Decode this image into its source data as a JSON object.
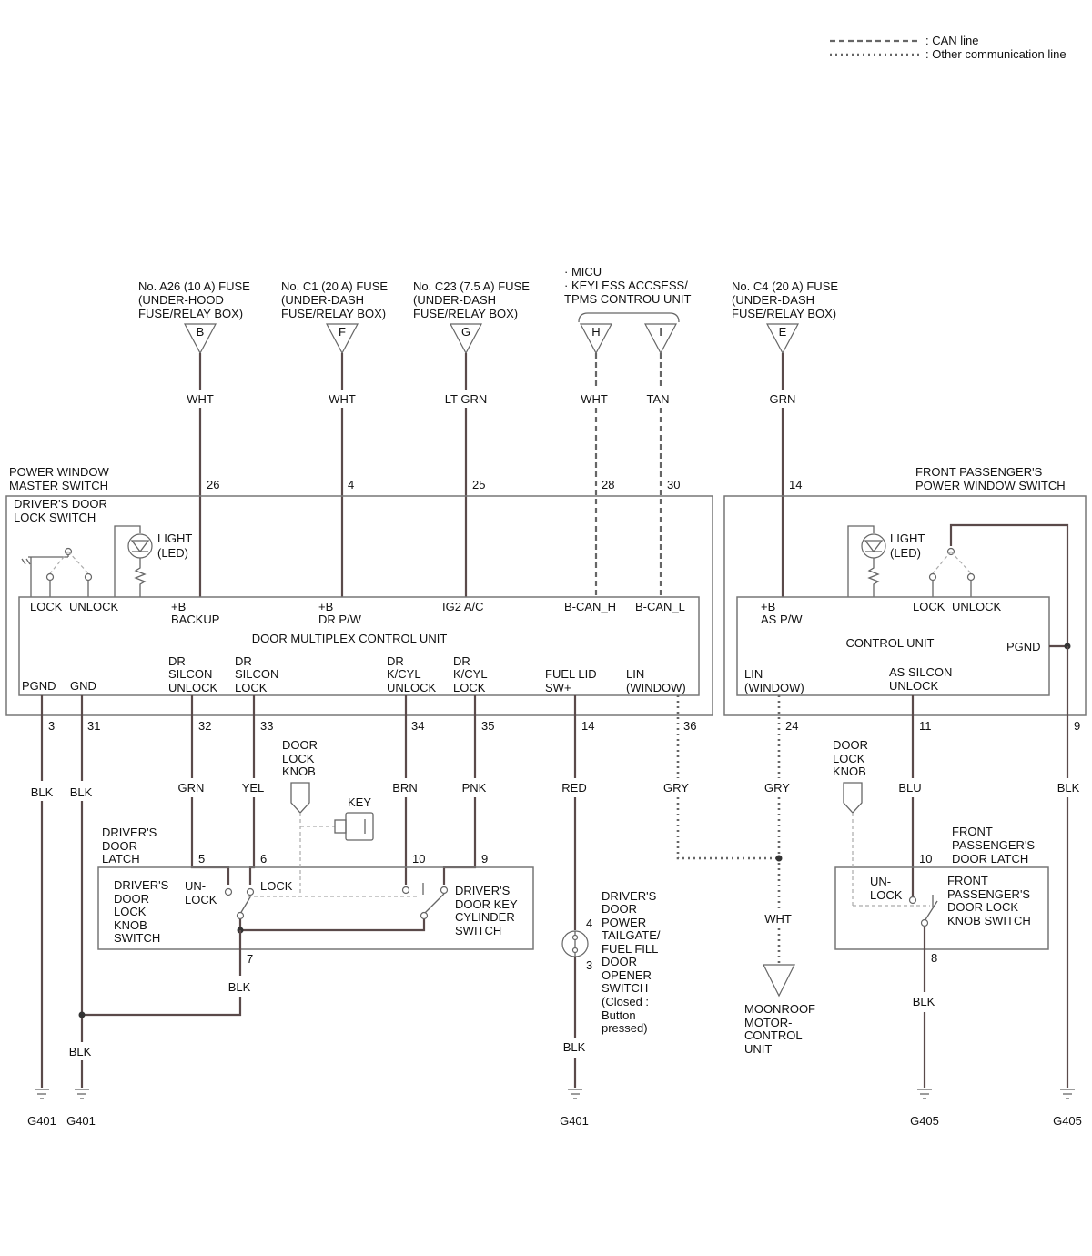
{
  "legend": {
    "can": ": CAN line",
    "other": ": Other communication line"
  },
  "sources": {
    "fuse_a26": [
      "No. A26 (10 A) FUSE",
      "(UNDER-HOOD",
      "FUSE/RELAY BOX)"
    ],
    "fuse_c1": [
      "No. C1 (20 A) FUSE",
      "(UNDER-DASH",
      "FUSE/RELAY BOX)"
    ],
    "fuse_c23": [
      "No. C23 (7.5 A) FUSE",
      "(UNDER-DASH",
      "FUSE/RELAY BOX)"
    ],
    "micu": [
      "· MICU",
      "· KEYLESS ACCSESS/",
      "TPMS CONTROU UNIT"
    ],
    "fuse_c4": [
      "No. C4 (20 A) FUSE",
      "(UNDER-DASH",
      "FUSE/RELAY BOX)"
    ]
  },
  "connectors": {
    "b": "B",
    "f": "F",
    "g": "G",
    "h": "H",
    "i": "I",
    "e": "E"
  },
  "wire_colors": {
    "b": "WHT",
    "f": "WHT",
    "g": "LT GRN",
    "h": "WHT",
    "i": "TAN",
    "e": "GRN",
    "p3": "BLK",
    "p31": "BLK",
    "p32": "GRN",
    "p33": "YEL",
    "p34": "BRN",
    "p35": "PNK",
    "p14": "RED",
    "p36": "GRY",
    "p24": "GRY",
    "p11": "BLU",
    "p9": "BLK",
    "latch7": "BLK",
    "gnd_left": "BLK",
    "opener_gnd": "BLK",
    "moonroof": "WHT",
    "latch8": "BLK"
  },
  "pins": {
    "p26": "26",
    "p4": "4",
    "p25": "25",
    "p28": "28",
    "p30": "30",
    "p14_top": "14",
    "p3": "3",
    "p31": "31",
    "p32": "32",
    "p33": "33",
    "p34": "34",
    "p35": "35",
    "p14": "14",
    "p36": "36",
    "p24": "24",
    "p11": "11",
    "p9": "9",
    "l5": "5",
    "l6": "6",
    "l10": "10",
    "l9": "9",
    "l7": "7",
    "o4": "4",
    "o3": "3",
    "f10": "10",
    "f8": "8"
  },
  "master_switch": {
    "title": [
      "POWER WINDOW",
      "MASTER SWITCH"
    ],
    "lock_switch": [
      "DRIVER'S DOOR",
      "LOCK SWITCH"
    ],
    "light": [
      "LIGHT",
      "(LED)"
    ],
    "unit": "DOOR MULTIPLEX CONTROL UNIT",
    "lock": "LOCK",
    "unlock": "UNLOCK",
    "bp_backup": [
      "+B",
      "BACKUP"
    ],
    "bp_drpw": [
      "+B",
      "DR P/W"
    ],
    "ig2": "IG2 A/C",
    "bcan_h": "B-CAN_H",
    "bcan_l": "B-CAN_L",
    "pgnd": "PGND",
    "gnd": "GND",
    "dr_silcon_unlock": [
      "DR",
      "SILCON",
      "UNLOCK"
    ],
    "dr_silcon_lock": [
      "DR",
      "SILCON",
      "LOCK"
    ],
    "dr_kcyl_unlock": [
      "DR",
      "K/CYL",
      "UNLOCK"
    ],
    "dr_kcyl_lock": [
      "DR",
      "K/CYL",
      "LOCK"
    ],
    "fuel_lid": [
      "FUEL LID",
      "SW+"
    ],
    "lin": [
      "LIN",
      "(WINDOW)"
    ]
  },
  "passenger_switch": {
    "title": [
      "FRONT PASSENGER'S",
      "POWER WINDOW SWITCH"
    ],
    "light": [
      "LIGHT",
      "(LED)"
    ],
    "bp_aspw": [
      "+B",
      "AS P/W"
    ],
    "lock": "LOCK",
    "unlock": "UNLOCK",
    "unit": "CONTROL UNIT",
    "pgnd": "PGND",
    "lin": [
      "LIN",
      "(WINDOW)"
    ],
    "as_silcon": [
      "AS SILCON",
      "UNLOCK"
    ]
  },
  "driver_latch": {
    "title": [
      "DRIVER'S",
      "DOOR",
      "LATCH"
    ],
    "knob_switch": [
      "DRIVER'S",
      "DOOR",
      "LOCK",
      "KNOB",
      "SWITCH"
    ],
    "unlock": [
      "UN-",
      "LOCK"
    ],
    "lock": "LOCK",
    "key_cyl": [
      "DRIVER'S",
      "DOOR KEY",
      "CYLINDER",
      "SWITCH"
    ],
    "door_lock_knob": [
      "DOOR",
      "LOCK",
      "KNOB"
    ],
    "key": "KEY"
  },
  "opener": [
    "DRIVER'S",
    "DOOR",
    "POWER",
    "TAILGATE/",
    "FUEL FILL",
    "DOOR",
    "OPENER",
    "SWITCH",
    "(Closed :",
    "Button",
    "pressed)"
  ],
  "moonroof": [
    "MOONROOF",
    "MOTOR-",
    "CONTROL",
    "UNIT"
  ],
  "passenger_latch": {
    "title": [
      "FRONT",
      "PASSENGER'S",
      "DOOR LATCH"
    ],
    "knob_switch": [
      "FRONT",
      "PASSENGER'S",
      "DOOR LOCK",
      "KNOB SWITCH"
    ],
    "unlock": [
      "UN-",
      "LOCK"
    ],
    "door_lock_knob": [
      "DOOR",
      "LOCK",
      "KNOB"
    ]
  },
  "grounds": {
    "g1": "G401",
    "g2": "G401",
    "g3": "G401",
    "g4": "G405",
    "g5": "G405"
  }
}
